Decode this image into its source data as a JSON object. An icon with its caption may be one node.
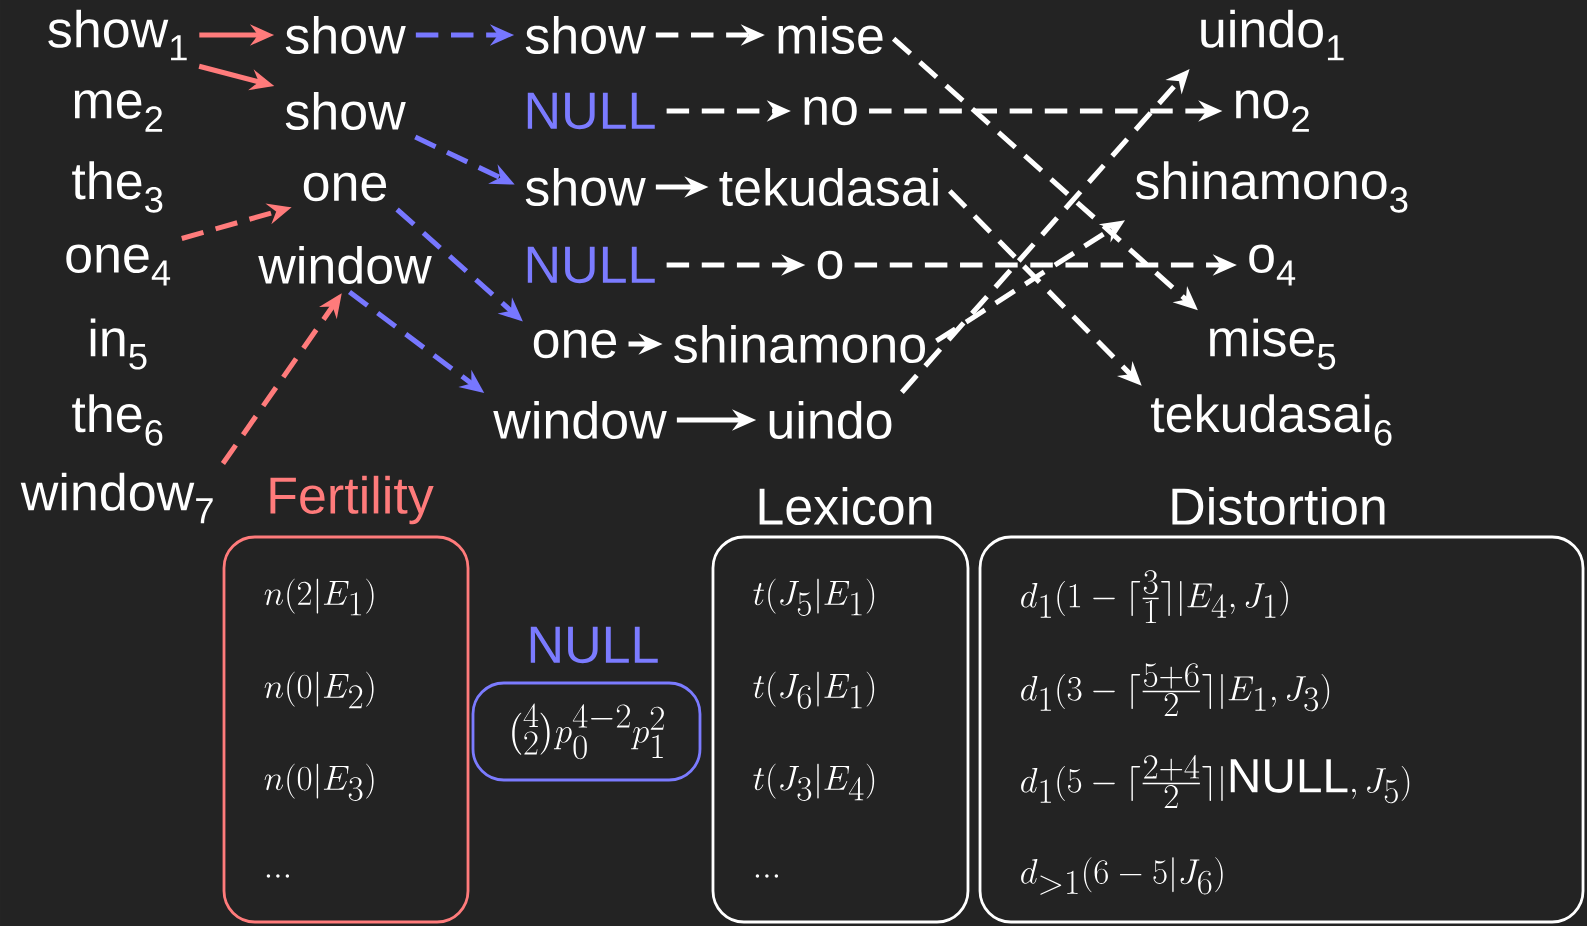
{
  "diagram": {
    "nodes": [
      {
        "text": [
          "show$_{1}$"
        ]
      },
      {
        "text": [
          "me$_{2}$"
        ]
      },
      {
        "text": [
          "the$_{3}$"
        ]
      },
      {
        "text": [
          "one$_{4}$"
        ]
      },
      {
        "text": [
          "in$_{5}$"
        ]
      },
      {
        "text": [
          "the$_{6}$"
        ]
      },
      {
        "text": [
          "window$_{7}$"
        ]
      },
      {
        "text": [
          "show"
        ]
      },
      {
        "text": [
          "show"
        ]
      },
      {
        "text": [
          "one"
        ]
      },
      {
        "text": [
          "window"
        ]
      },
      {
        "text": [
          "show"
        ]
      },
      {
        "text": [
          "NULL"
        ]
      },
      {
        "text": [
          "show"
        ]
      },
      {
        "text": [
          "NULL"
        ]
      },
      {
        "text": [
          "one"
        ]
      },
      {
        "text": [
          "window"
        ]
      },
      {
        "text": [
          "mise"
        ]
      },
      {
        "text": [
          "no"
        ]
      },
      {
        "text": [
          "tekudasai"
        ]
      },
      {
        "text": [
          "o"
        ]
      },
      {
        "text": [
          "shinamono"
        ]
      },
      {
        "text": [
          "uindo"
        ]
      },
      {
        "text": [
          "uindo$_{1}$"
        ]
      },
      {
        "text": [
          "no$_{2}$"
        ]
      },
      {
        "text": [
          "shinamono$_{3}$"
        ]
      },
      {
        "text": [
          "o$_{4}$"
        ]
      },
      {
        "text": [
          "mise$_{5}$"
        ]
      },
      {
        "text": [
          "tekudasai$_{6}$"
        ]
      },
      {
        "text": [
          "Fertility",
          "n(2|E_1)",
          "n(0|E_2)",
          "n(0|E_3)",
          "..."
        ]
      },
      {
        "text": [
          "NULL",
          "\\binom{4}{2}p_0^{4-2}p_1^2"
        ]
      },
      {
        "text": [
          "Lexicon",
          "t(J_5|E_1)",
          "t(J_6|E_1)",
          "t(J_3|E_4)",
          "..."
        ]
      },
      {
        "text": [
          "Distortion",
          "d_1(1-\\lceil\\frac{3}{1}\\rceil|E_4,J_1)",
          "d_1(3-\\lceil\\frac{5+6}{2}\\rceil|E_1,J_3)",
          "d_1(5-\\lceil\\frac{2+4}{2}\\rceil|\\mathrm{NULL},J_5)",
          "d_{>1}(6-5|J_6)"
        ]
      }
    ],
    "edges": [
      {
        "from": 0,
        "to": 7,
        "arrow": "to",
        "color": "#ff7b7b"
      },
      {
        "from": 0,
        "to": 8,
        "arrow": "to",
        "color": "#ff7b7b"
      },
      {
        "from": 3,
        "to": 9,
        "arrow": "to",
        "style": "dashed",
        "color": "#ff7b7b"
      },
      {
        "from": 6,
        "to": 10,
        "arrow": "to",
        "style": "dashed",
        "color": "#ff7b7b"
      },
      {
        "from": 7,
        "to": 11,
        "arrow": "to",
        "style": "dashed",
        "color": "#7777ff"
      },
      {
        "from": 8,
        "to": 13,
        "arrow": "to",
        "style": "dashed",
        "color": "#7777ff"
      },
      {
        "from": 9,
        "to": 15,
        "arrow": "to",
        "style": "dashed",
        "color": "#7777ff"
      },
      {
        "from": 10,
        "to": 16,
        "arrow": "to",
        "style": "dashed",
        "color": "#7777ff"
      },
      {
        "from": 11,
        "to": 17,
        "arrow": "to",
        "style": "dashed"
      },
      {
        "from": 12,
        "to": 18,
        "arrow": "to",
        "style": "dashed"
      },
      {
        "from": 13,
        "to": 19,
        "arrow": "to"
      },
      {
        "from": 14,
        "to": 20,
        "arrow": "to",
        "style": "dashed"
      },
      {
        "from": 15,
        "to": 21,
        "arrow": "to"
      },
      {
        "from": 16,
        "to": 22,
        "arrow": "to"
      },
      {
        "from": 17,
        "to": 27,
        "arrow": "to",
        "style": "dashed"
      },
      {
        "from": 18,
        "to": 24,
        "arrow": "to",
        "style": "dashed"
      },
      {
        "from": 19,
        "to": 28,
        "arrow": "to",
        "style": "dashed"
      },
      {
        "from": 20,
        "to": 26,
        "arrow": "to",
        "style": "dashed"
      },
      {
        "from": 21,
        "to": 25,
        "arrow": "to",
        "style": "dashed"
      },
      {
        "from": 22,
        "to": 23,
        "arrow": "to",
        "style": "dashed"
      }
    ]
  }
}
